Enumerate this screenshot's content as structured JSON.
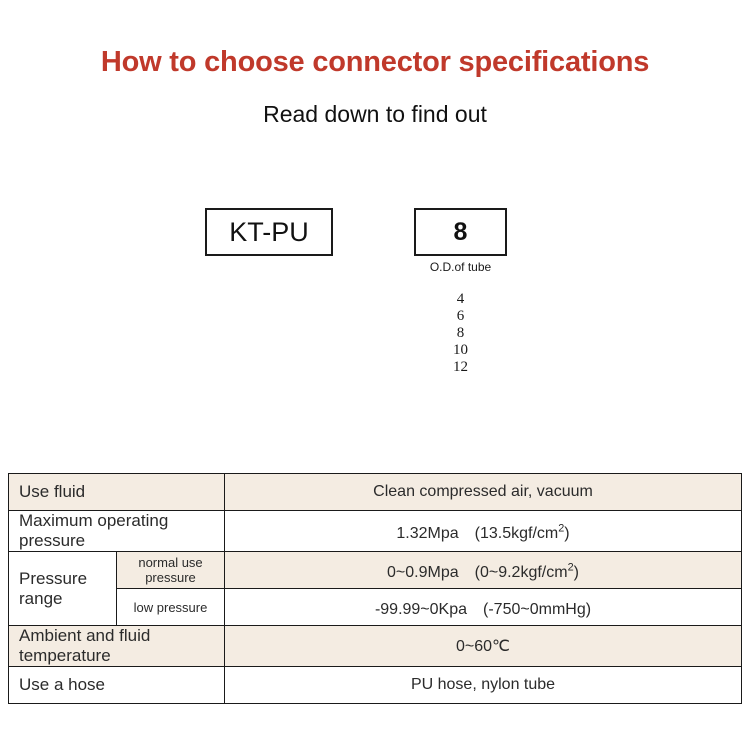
{
  "header": {
    "title": "How to choose connector specifications",
    "subtitle": "Read down to find out",
    "title_color": "#c0392b",
    "subtitle_color": "#111111"
  },
  "selector": {
    "series_code": "KT-PU",
    "size_code": "8",
    "size_caption": "O.D.of tube",
    "size_options": [
      "4",
      "6",
      "8",
      "10",
      "12"
    ]
  },
  "spec_table": {
    "tint_color": "#f4ece2",
    "border_color": "#1a1a1a",
    "rows": [
      {
        "label": "Use fluid",
        "sublabel": null,
        "value": "Clean compressed air, vacuum",
        "tint": true
      },
      {
        "label": "Maximum operating pressure",
        "sublabel": null,
        "value_pre": "1.32Mpa　(13.5kgf/cm",
        "value_sup": "2",
        "value_post": ")",
        "value": "1.32Mpa　(13.5kgf/cm²)",
        "tint": false
      },
      {
        "label": "Pressure range",
        "sublabel": "normal use pressure",
        "value_pre": "0~0.9Mpa　(0~9.2kgf/cm",
        "value_sup": "2",
        "value_post": ")",
        "value": "0~0.9Mpa　(0~9.2kgf/cm²)",
        "tint": true
      },
      {
        "label": "",
        "sublabel": "low pressure",
        "value": "-99.99~0Kpa　(-750~0mmHg)",
        "tint": false
      },
      {
        "label": "Ambient and fluid temperature",
        "sublabel": null,
        "value": "0~60℃",
        "tint": true
      },
      {
        "label": "Use a hose",
        "sublabel": null,
        "value": "PU hose, nylon tube",
        "tint": false
      }
    ]
  }
}
